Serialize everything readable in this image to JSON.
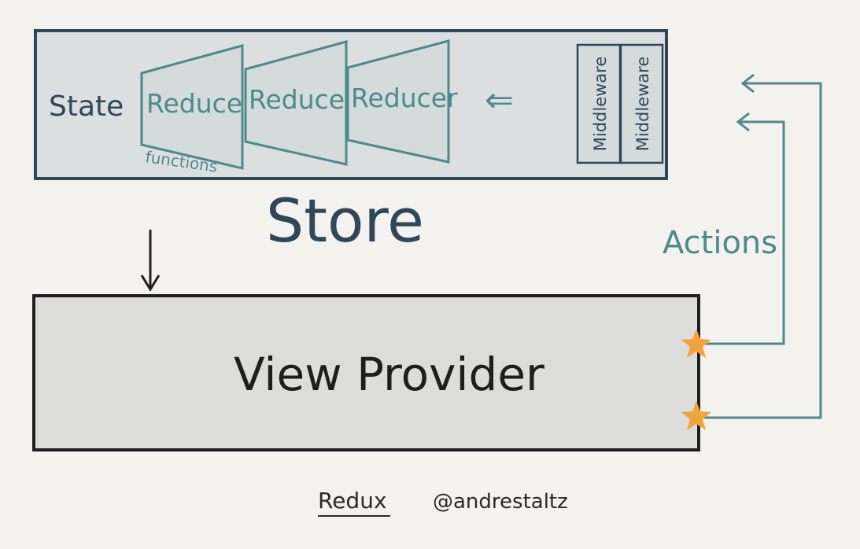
{
  "store": {
    "title": "Store",
    "state_label": "State",
    "reducers": [
      "Reducer",
      "Reducer",
      "Reducer"
    ],
    "functions_label": "functions",
    "arrow_glyph": "⇐",
    "middleware": [
      "Middleware",
      "Middleware"
    ]
  },
  "view": {
    "title": "View Provider"
  },
  "actions_label": "Actions",
  "footer": {
    "title": "Redux",
    "author": "@andrestaltz"
  },
  "colors": {
    "background": "#f3f2ef",
    "store_fill": "#dcdfdf",
    "store_border": "#2f4858",
    "teal": "#4f8a8b",
    "dark_teal": "#2f5f66",
    "view_fill": "#dcdcdb",
    "ink": "#2a2a2a",
    "star": "#f2a33a"
  }
}
